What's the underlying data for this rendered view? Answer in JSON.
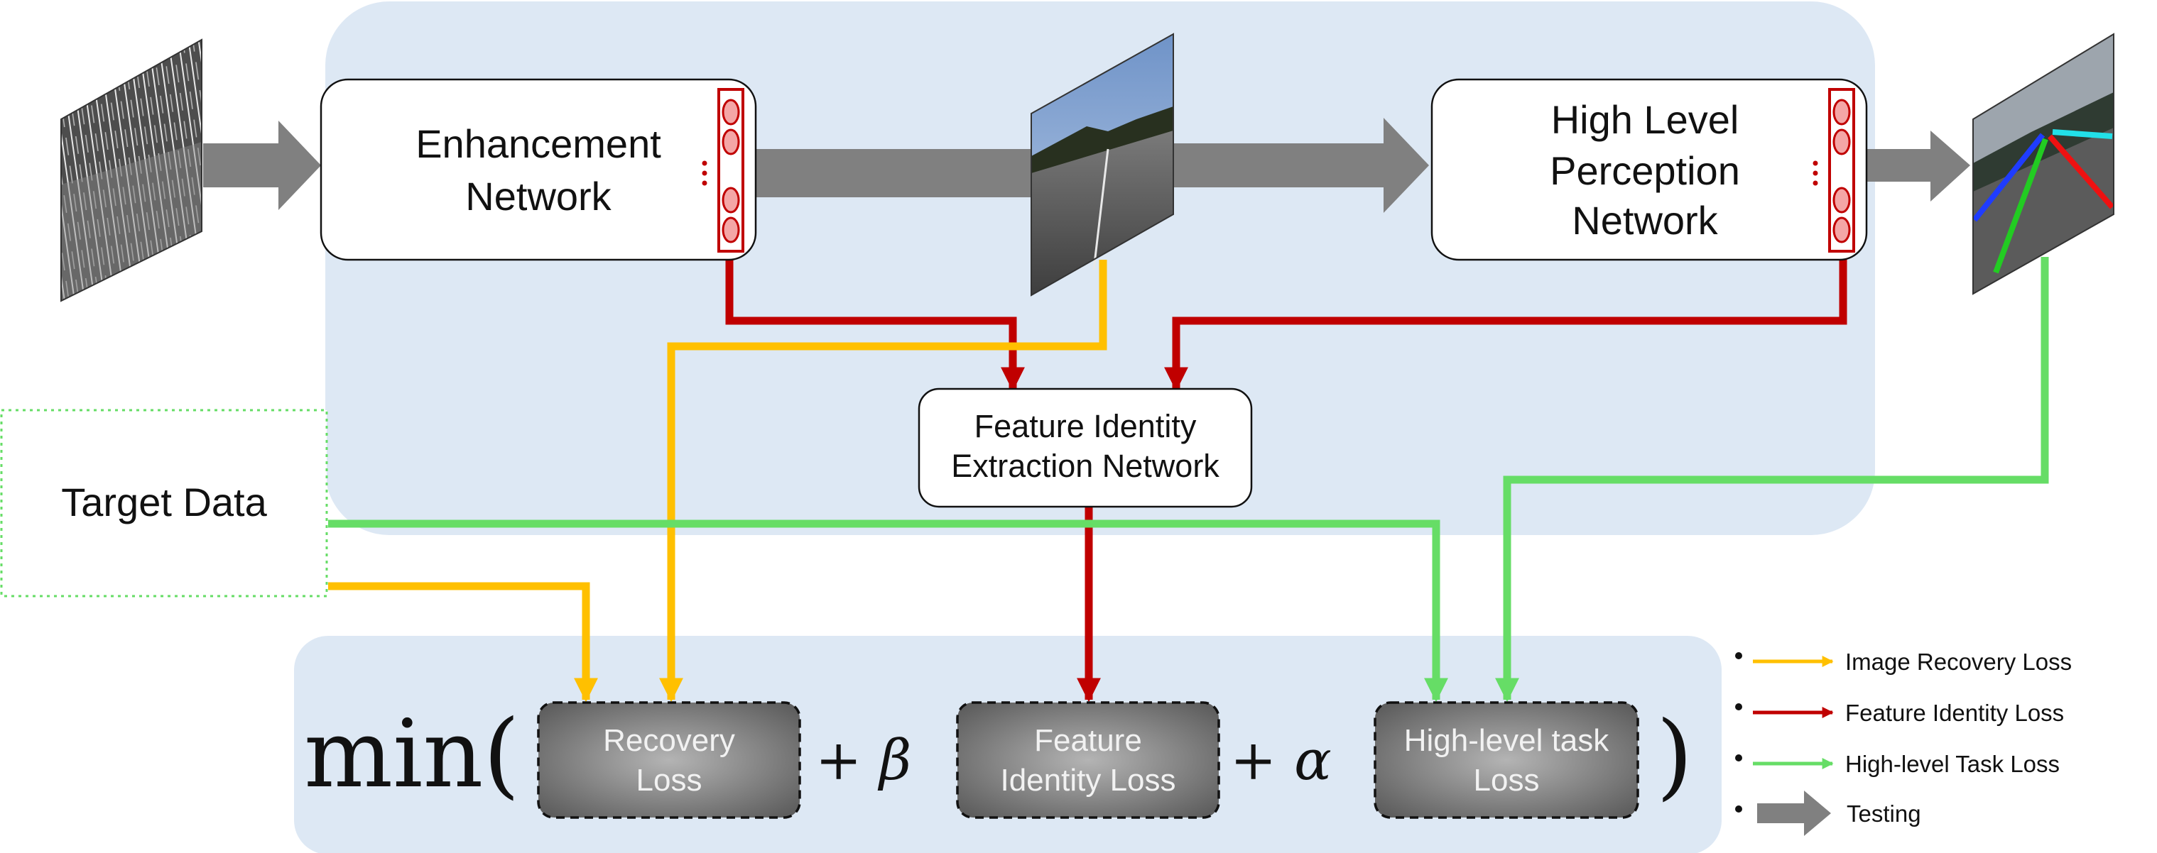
{
  "nodes": {
    "enhancement": {
      "line1": "Enhancement",
      "line2": "Network"
    },
    "perception": {
      "line1": "High Level",
      "line2": "Perception",
      "line3": "Network"
    },
    "feature_identity": {
      "line1": "Feature Identity",
      "line2": "Extraction Network"
    },
    "target": {
      "label": "Target Data"
    }
  },
  "equation": {
    "prefix": "min(",
    "recovery": {
      "line1": "Recovery",
      "line2": "Loss"
    },
    "plus_beta": "+ β",
    "feature_identity": {
      "line1": "Feature",
      "line2": "Identity Loss"
    },
    "plus_alpha": "+ α",
    "highlevel": {
      "line1": "High-level task",
      "line2": "Loss"
    },
    "suffix": ")"
  },
  "legend": {
    "items": [
      {
        "label": "Image Recovery Loss",
        "color": "#ffc000",
        "kind": "arrow"
      },
      {
        "label": "Feature Identity Loss",
        "color": "#c00000",
        "kind": "arrow"
      },
      {
        "label": "High-level Task Loss",
        "color": "#66dd66",
        "kind": "arrow"
      },
      {
        "label": "Testing",
        "color": "#808080",
        "kind": "block-arrow"
      }
    ]
  },
  "colors": {
    "panel": "#dde8f4",
    "recovery": "#ffc000",
    "feature": "#c00000",
    "task": "#66dd66",
    "testing": "#808080"
  },
  "images": [
    "rainy-road-input-image",
    "enhanced-road-image",
    "lane-detection-output-image"
  ]
}
